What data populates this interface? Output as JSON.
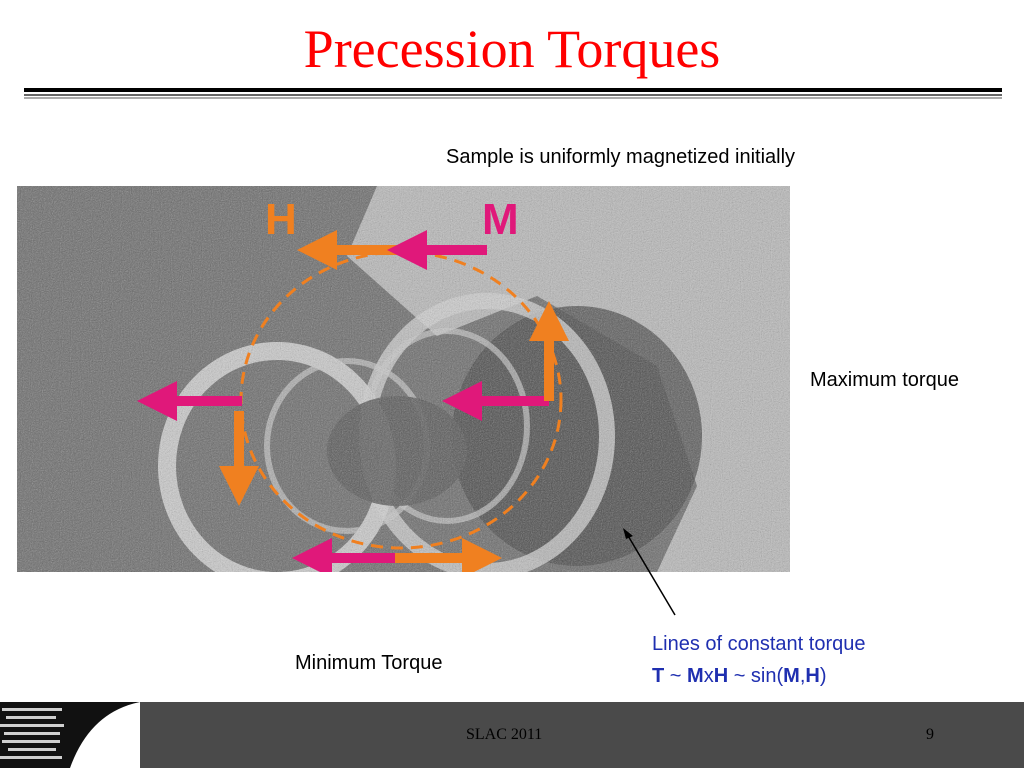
{
  "slide": {
    "title": "Precession Torques",
    "caption_top": "Sample is uniformly magnetized initially",
    "caption_max": "Maximum torque",
    "caption_min": "Minimum Torque",
    "caption_lines": "Lines of constant torque",
    "equation": {
      "T": "T",
      "tilde1": " ~ ",
      "M": "M",
      "x": "x",
      "H": "H",
      "tilde2": " ~ sin(",
      "M2": "M",
      "comma": ",",
      "H2": "H",
      "close": ")"
    },
    "figure_labels": {
      "H": "H",
      "M": "M"
    }
  },
  "footer": {
    "center": "SLAC 2011",
    "page": "9"
  },
  "colors": {
    "title": "#ff0000",
    "orange": "#f08020",
    "magenta": "#e0187a",
    "blue": "#1f2fb0"
  }
}
